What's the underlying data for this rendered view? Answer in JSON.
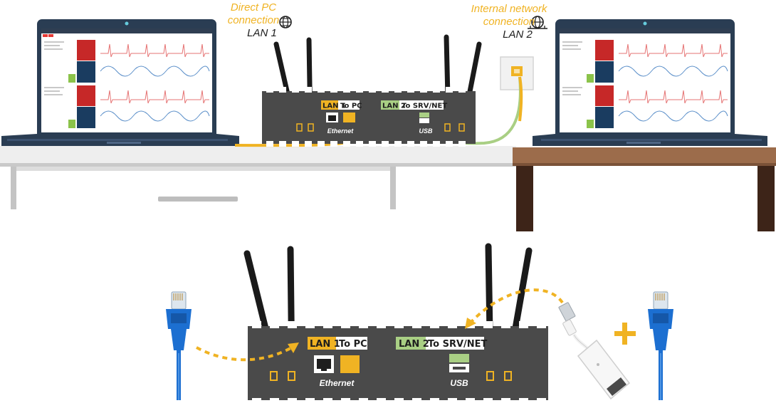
{
  "captions": {
    "lan1": {
      "line1": "Direct PC",
      "line2": "connection",
      "line3": "LAN 1"
    },
    "lan2": {
      "line1": "Internal network",
      "line2": "connection",
      "line3": "LAN 2"
    }
  },
  "device": {
    "lan1_tag": "LAN 1",
    "lan1_dest": "To PC",
    "lan2_tag": "LAN 2",
    "lan2_dest": "To SRV/NET",
    "ethernet_caption": "Ethernet",
    "usb_caption": "USB"
  },
  "colors": {
    "lan1_yellow": "#f0b323",
    "lan2_green": "#a9cf84",
    "device_body": "#4a4a4a",
    "cable_blue": "#1c6fd1"
  }
}
